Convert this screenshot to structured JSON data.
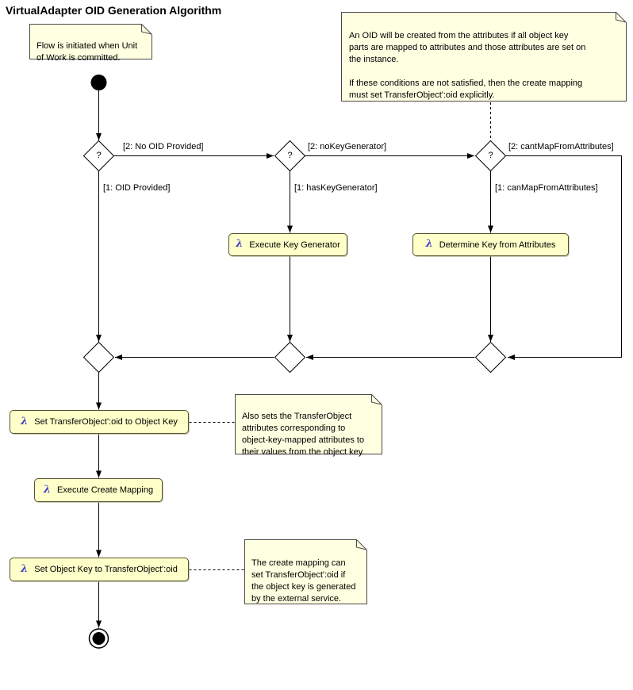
{
  "title": "VirtualAdapter OID Generation Algorithm",
  "icons": {
    "lambda": "λ",
    "decision_marker": "?"
  },
  "colors": {
    "note_fill": "#FFFFE1",
    "note_border": "#4A4A4A",
    "action_fill": "#FFFFC9",
    "action_border": "#55552E",
    "lambda_blue": "#3E3EC8",
    "line": "#000000"
  },
  "notes": {
    "flow_initiated": "Flow is initiated when Unit\nof Work is committed.",
    "oid_creation_rule": "An OID will be created from the attributes if all object key\nparts are mapped to attributes and those attributes are set on\nthe instance.\n\nIf these conditions are not satisfied, then the create mapping\nmust set TransferObject':oid explicitly.",
    "also_sets": "Also sets the TransferObject\nattributes corresponding to\nobject-key-mapped attributes to\ntheir values from the object key.",
    "create_mapping_can_set": "The create mapping can\nset TransferObject':oid if\nthe object key is generated\nby the external service."
  },
  "guards": {
    "no_oid_provided": "[2: No OID Provided]",
    "oid_provided": "[1: OID Provided]",
    "no_key_generator": "[2: noKeyGenerator]",
    "has_key_generator": "[1: hasKeyGenerator]",
    "cant_map_from_attributes": "[2: cantMapFromAttributes]",
    "can_map_from_attributes": "[1: canMapFromAttributes]"
  },
  "actions": {
    "execute_key_generator": "Execute Key Generator",
    "determine_key_from_attributes": "Determine Key from Attributes",
    "set_oid_to_object_key": "Set TransferObject':oid to Object Key",
    "execute_create_mapping": "Execute Create Mapping",
    "set_object_key_to_oid": "Set Object Key to TransferObject':oid"
  }
}
